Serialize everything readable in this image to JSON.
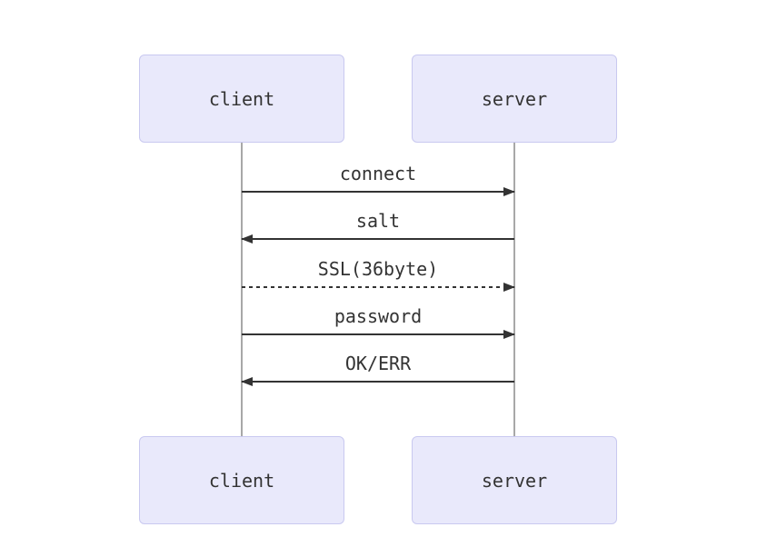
{
  "diagram": {
    "type": "sequence-diagram",
    "background": "#ffffff",
    "colors": {
      "actor_fill": "#e9e9fb",
      "actor_border": "#c9c9f0",
      "lifeline": "#8c8c8c",
      "message_line": "#333333",
      "text": "#333333"
    },
    "actors": [
      {
        "id": "client",
        "label": "client"
      },
      {
        "id": "server",
        "label": "server"
      }
    ],
    "messages": [
      {
        "label": "connect",
        "from": "client",
        "to": "server",
        "line_style": "solid",
        "arrow": "right"
      },
      {
        "label": "salt",
        "from": "server",
        "to": "client",
        "line_style": "solid",
        "arrow": "left"
      },
      {
        "label": "SSL(36byte)",
        "from": "client",
        "to": "server",
        "line_style": "dashed",
        "arrow": "right"
      },
      {
        "label": "password",
        "from": "client",
        "to": "server",
        "line_style": "solid",
        "arrow": "right"
      },
      {
        "label": "OK/ERR",
        "from": "server",
        "to": "client",
        "line_style": "solid",
        "arrow": "left"
      }
    ]
  }
}
